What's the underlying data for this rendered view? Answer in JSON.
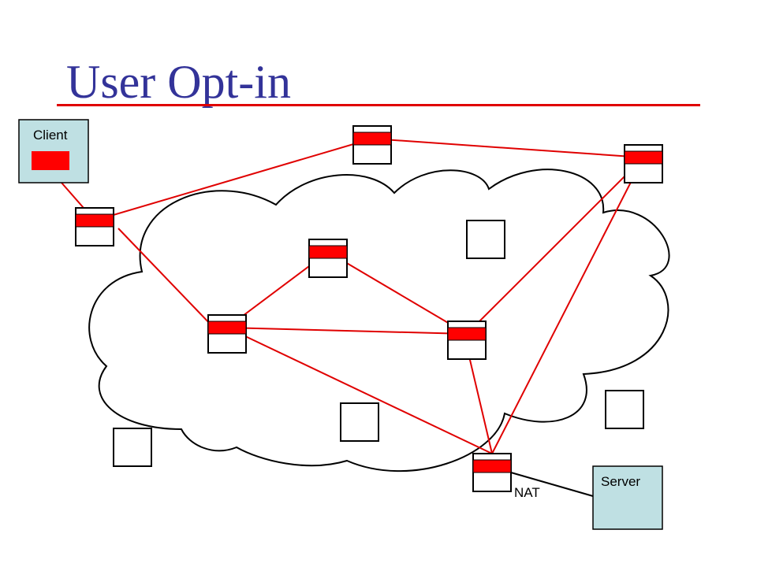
{
  "title": "User Opt-in",
  "labels": {
    "client": "Client",
    "server": "Server",
    "nat": "NAT"
  },
  "colors": {
    "title": "#333399",
    "underline": "#e00000",
    "link": "#e00000",
    "host_fill": "#bfe0e3",
    "accent_block": "#ff0000"
  }
}
